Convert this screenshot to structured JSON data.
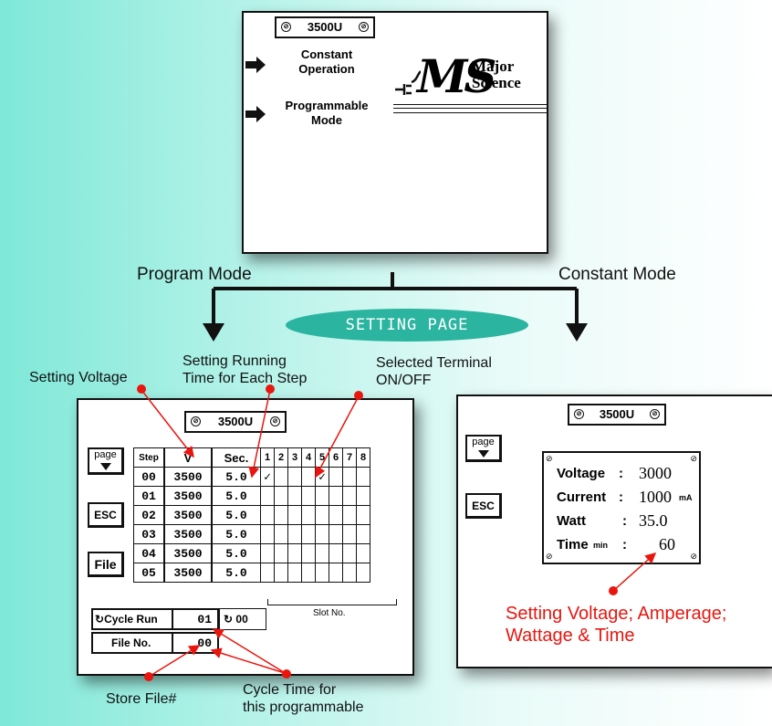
{
  "main_screen": {
    "title": "3500U",
    "menu": [
      {
        "label_line1": "Constant",
        "label_line2": "Operation"
      },
      {
        "label_line1": "Programmable",
        "label_line2": "Mode"
      }
    ],
    "logo": {
      "letters": "MS",
      "word1": "Major",
      "word2": "Science"
    }
  },
  "branch_labels": {
    "program": "Program Mode",
    "constant": "Constant Mode"
  },
  "setting_page_label": "SETTING PAGE",
  "annotations": {
    "setting_voltage": "Setting Voltage",
    "running_time_1": "Setting Running",
    "running_time_2": "Time for Each Step",
    "selected_terminal_1": "Selected Terminal",
    "selected_terminal_2": "ON/OFF",
    "store_file": "Store File#",
    "cycle_time_1": "Cycle Time for",
    "cycle_time_2": "this programmable",
    "constant_note_1": "Setting Voltage; Amperage;",
    "constant_note_2": "Wattage & Time"
  },
  "program_screen": {
    "title": "3500U",
    "buttons": {
      "page": "page",
      "esc": "ESC",
      "file": "File"
    },
    "headers": [
      "Step",
      "V",
      "Sec.",
      "1",
      "2",
      "3",
      "4",
      "5",
      "6",
      "7",
      "8"
    ],
    "rows": [
      {
        "step": "00",
        "v": "3500",
        "sec": "5.0",
        "checks": [
          true,
          false,
          false,
          false,
          true,
          false,
          false,
          false
        ]
      },
      {
        "step": "01",
        "v": "3500",
        "sec": "5.0",
        "checks": [
          false,
          false,
          false,
          false,
          false,
          false,
          false,
          false
        ]
      },
      {
        "step": "02",
        "v": "3500",
        "sec": "5.0",
        "checks": [
          false,
          false,
          false,
          false,
          false,
          false,
          false,
          false
        ]
      },
      {
        "step": "03",
        "v": "3500",
        "sec": "5.0",
        "checks": [
          false,
          false,
          false,
          false,
          false,
          false,
          false,
          false
        ]
      },
      {
        "step": "04",
        "v": "3500",
        "sec": "5.0",
        "checks": [
          false,
          false,
          false,
          false,
          false,
          false,
          false,
          false
        ]
      },
      {
        "step": "05",
        "v": "3500",
        "sec": "5.0",
        "checks": [
          false,
          false,
          false,
          false,
          false,
          false,
          false,
          false
        ]
      }
    ],
    "check_mark": "✓",
    "slot_label": "Slot No.",
    "cycle_run_label": "Cycle Run",
    "cycle_run_value": "01",
    "cycle_count": "00",
    "file_no_label": "File No.",
    "file_no_value": "00"
  },
  "constant_screen": {
    "title": "3500U",
    "buttons": {
      "page": "page",
      "esc": "ESC"
    },
    "voltage_label": "Voltage",
    "voltage_value": "3000",
    "current_label": "Current",
    "current_value": "1000",
    "current_unit": "mA",
    "watt_label": "Watt",
    "watt_value": "35.0",
    "time_label": "Time",
    "time_unit": "min",
    "time_value": "60",
    "colon": ":"
  }
}
